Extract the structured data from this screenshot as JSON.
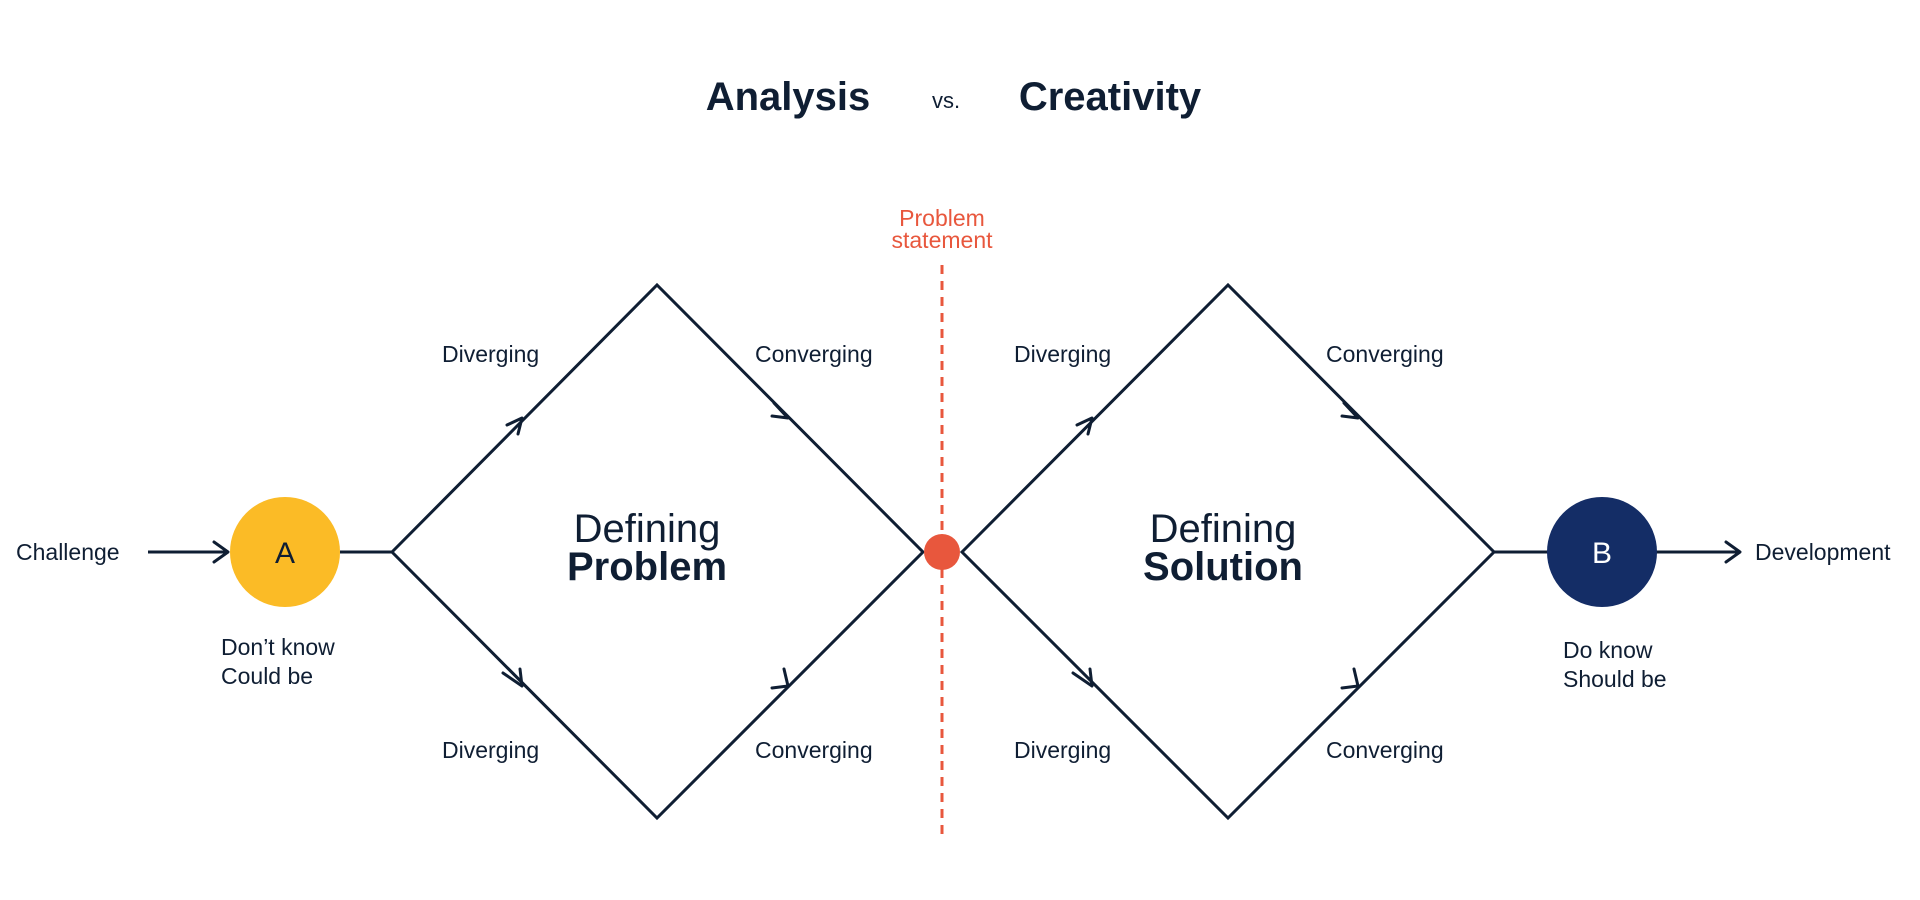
{
  "title": {
    "left": "Analysis",
    "separator": "vs.",
    "right": "Creativity"
  },
  "start": {
    "label": "Challenge",
    "node_letter": "A",
    "node_color": "#fbbb26",
    "caption_line1": "Don’t know",
    "caption_line2": "Could be"
  },
  "end": {
    "label": "Development",
    "node_letter": "B",
    "node_color": "#142d66",
    "caption_line1": "Do know",
    "caption_line2": "Should be"
  },
  "problem_statement": {
    "line1": "Problem",
    "line2": "statement",
    "color": "#e8573d"
  },
  "diamonds": [
    {
      "line1": "Defining",
      "line2": "Problem",
      "fill": "#e9d9c5",
      "labels": {
        "top_left": "Diverging",
        "top_right": "Converging",
        "bottom_left": "Diverging",
        "bottom_right": "Converging"
      }
    },
    {
      "line1": "Defining",
      "line2": "Solution",
      "fill": "#b8b8b3",
      "labels": {
        "top_left": "Diverging",
        "top_right": "Converging",
        "bottom_left": "Diverging",
        "bottom_right": "Converging"
      }
    }
  ],
  "colors": {
    "ink": "#0f1e33",
    "accent": "#e8573d"
  }
}
